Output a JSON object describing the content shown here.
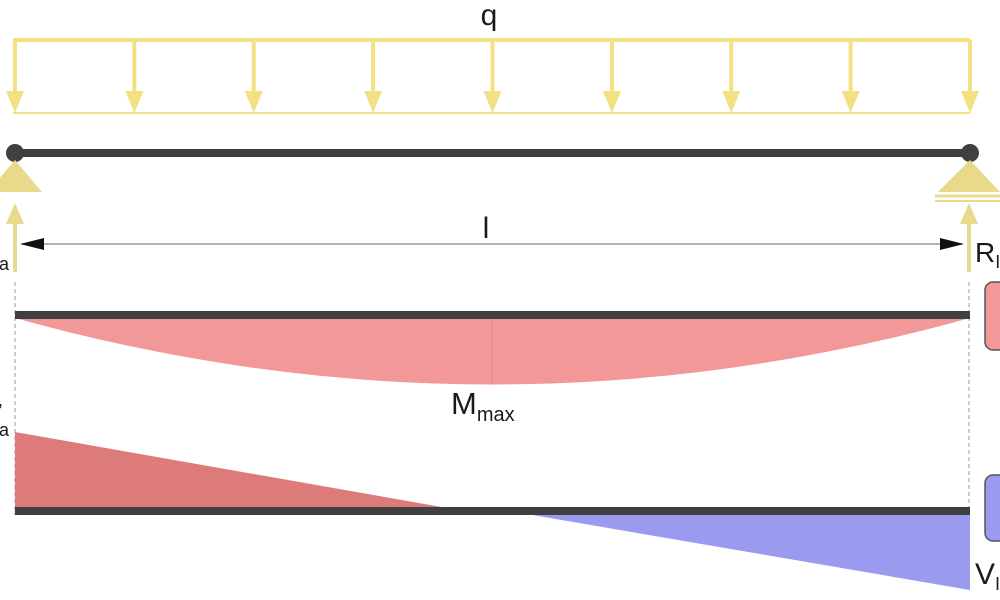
{
  "labels": {
    "load": "q",
    "span": "l",
    "moment_main": "M",
    "moment_sub": "max",
    "reaction_left_sub": "a",
    "reaction_right_main": "R",
    "reaction_right_sub": "I",
    "shear_left_sub": "a",
    "shear_right_main": "V",
    "shear_right_sub": "I"
  },
  "colors": {
    "load": "#f2e083",
    "beam": "#404040",
    "support": "#e9d98a",
    "moment_fill": "#f29898",
    "shear_positive": "#dd7b7b",
    "shear_negative": "#9a9aee",
    "dimension": "#9a9a9a",
    "badge_red": "#f29898",
    "badge_blue": "#9a9aee"
  },
  "diagram": {
    "load_arrow_count": 9,
    "load_type": "uniformly distributed",
    "supports": [
      "pin",
      "roller"
    ],
    "moment_shape": "parabolic",
    "shear_shape": "linear"
  }
}
